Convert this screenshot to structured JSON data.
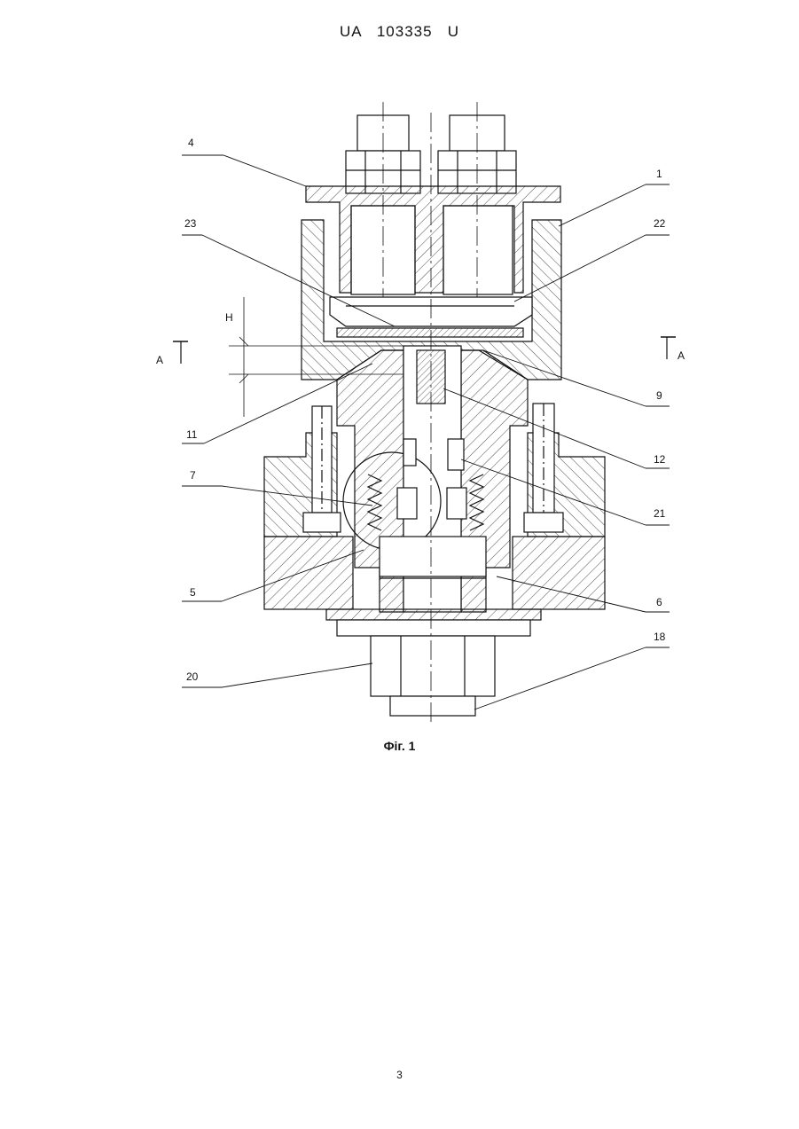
{
  "document": {
    "header": "UA   103335   U",
    "caption": "Фіг. 1",
    "page_number": "3"
  },
  "labels": {
    "l4": "4",
    "l1": "1",
    "l23": "23",
    "l22": "22",
    "lH": "H",
    "lA_left": "A",
    "lA_right": "A",
    "l9": "9",
    "l11": "11",
    "l12": "12",
    "l7": "7",
    "l21": "21",
    "l5": "5",
    "l6": "6",
    "l18": "18",
    "l20": "20"
  }
}
